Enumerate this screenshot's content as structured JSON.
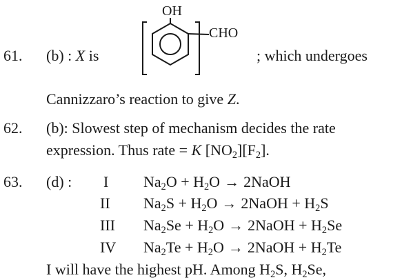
{
  "q61": {
    "number": "61.",
    "option": "(b)",
    "colon": ":",
    "x_var": "X",
    "is": "is",
    "structure": {
      "oh_label": "OH",
      "cho_label": "CHO",
      "icon": "salicylaldehyde-structure-icon"
    },
    "rest": "; which undergoes",
    "line2_pre": "Cannizzaro’s reaction to give",
    "z_var": "Z",
    "line2_end": "."
  },
  "q62": {
    "number": "62.",
    "option": "(b)",
    "text1": ": Slowest step of mechanism decides the rate",
    "text2_pre": "expression. Thus rate = ",
    "k_var": "K",
    "text2_mid1": " [NO",
    "sub_no2": "2",
    "text2_mid2": "][F",
    "sub_f2": "2",
    "text2_end": "]."
  },
  "q63": {
    "number": "63.",
    "option": "(d)",
    "colon": ":",
    "arrow": "→",
    "plus": "+",
    "reactions": [
      {
        "label": "I",
        "r1": "Na",
        "r1_sub": "2",
        "r1_end": "O",
        "p1": "2NaOH",
        "p2": ""
      },
      {
        "label": "II",
        "r1": "Na",
        "r1_sub": "2",
        "r1_end": "S",
        "p1": "2NaOH",
        "p2_pre": "H",
        "p2_sub": "2",
        "p2_end": "S"
      },
      {
        "label": "III",
        "r1": "Na",
        "r1_sub": "2",
        "r1_end": "Se",
        "p1": "2NaOH",
        "p2_pre": "H",
        "p2_sub": "2",
        "p2_end": "Se"
      },
      {
        "label": "IV",
        "r1": "Na",
        "r1_sub": "2",
        "r1_end": "Te",
        "p1": "2NaOH",
        "p2_pre": "H",
        "p2_sub": "2",
        "p2_end": "Te"
      }
    ],
    "water_pre": "H",
    "water_sub": "2",
    "water_end": "O",
    "conclusion_pre": "I will have the highest pH. Among H",
    "c_sub1": "2",
    "c_mid": "S, H",
    "c_sub2": "2",
    "c_end": "Se,"
  }
}
